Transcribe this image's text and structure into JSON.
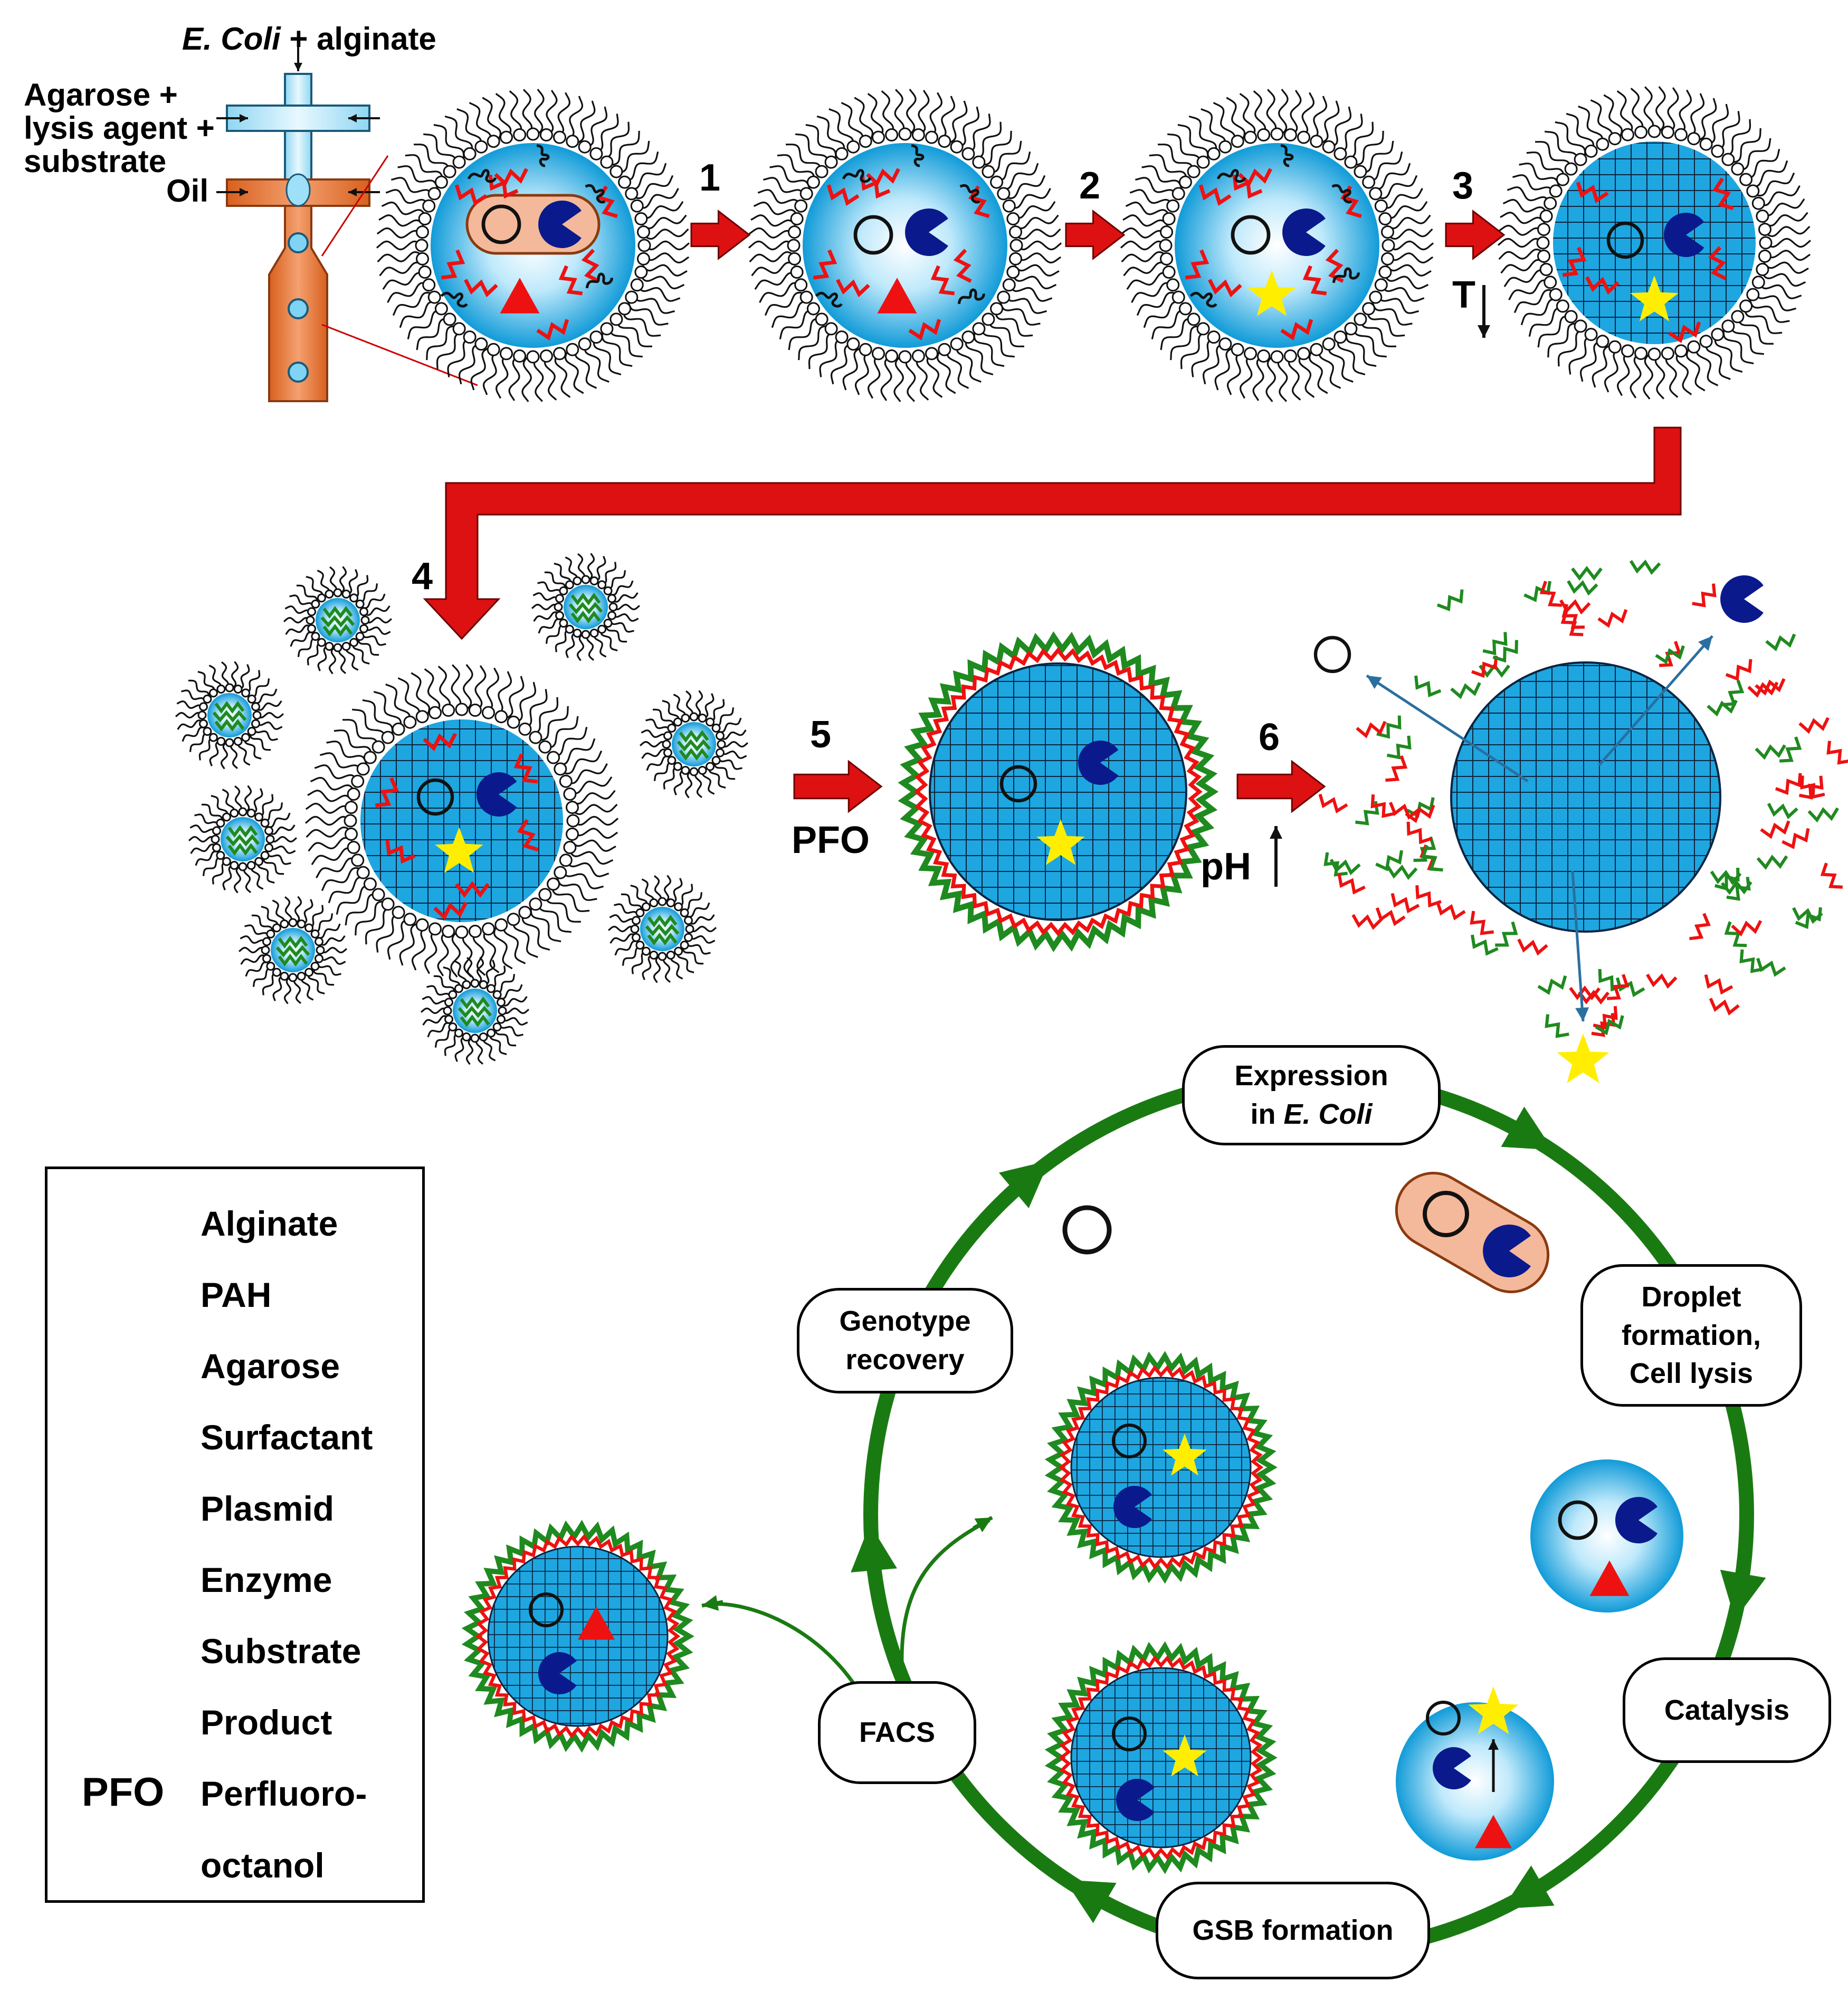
{
  "labels": {
    "ecoli_prefix": "E. Coli",
    "ecoli_suffix": " + alginate",
    "agarose_line1": "Agarose +",
    "agarose_line2": "lysis agent +",
    "agarose_line3": "substrate",
    "oil": "Oil",
    "temp": "T",
    "pfo": "PFO",
    "ph": "pH"
  },
  "steps": [
    "1",
    "2",
    "3",
    "4",
    "5",
    "6"
  ],
  "cycle": {
    "expression_line1": "Expression",
    "expression_line2_prefix": "in ",
    "expression_line2_italic": "E. Coli",
    "droplet_line1": "Droplet",
    "droplet_line2": "formation,",
    "droplet_line3": "Cell lysis",
    "catalysis": "Catalysis",
    "gsb": "GSB formation",
    "facs": "FACS",
    "genotype_line1": "Genotype",
    "genotype_line2": "recovery"
  },
  "legend": [
    {
      "icon": "alginate-zigzag-icon",
      "label": "Alginate"
    },
    {
      "icon": "pah-zigzag-icon",
      "label": "PAH"
    },
    {
      "icon": "agarose-curl-icon",
      "label": "Agarose"
    },
    {
      "icon": "surfactant-icon",
      "label": "Surfactant"
    },
    {
      "icon": "plasmid-icon",
      "label": "Plasmid"
    },
    {
      "icon": "enzyme-icon",
      "label": "Enzyme"
    },
    {
      "icon": "substrate-icon",
      "label": "Substrate"
    },
    {
      "icon": "product-icon",
      "label": "Product"
    },
    {
      "icon": "pfo-text",
      "label": "Perfluoro-",
      "label2": "octanol",
      "abbr": "PFO"
    }
  ],
  "colors": {
    "alginate": "#ee1111",
    "pah": "#1f8a1f",
    "droplet": "#1ea6e0",
    "enzyme": "#0a1a8c",
    "product": "#ffee00",
    "arrow": "#dd1111",
    "cycle": "#1a7a12",
    "orange": "#e0702a"
  }
}
